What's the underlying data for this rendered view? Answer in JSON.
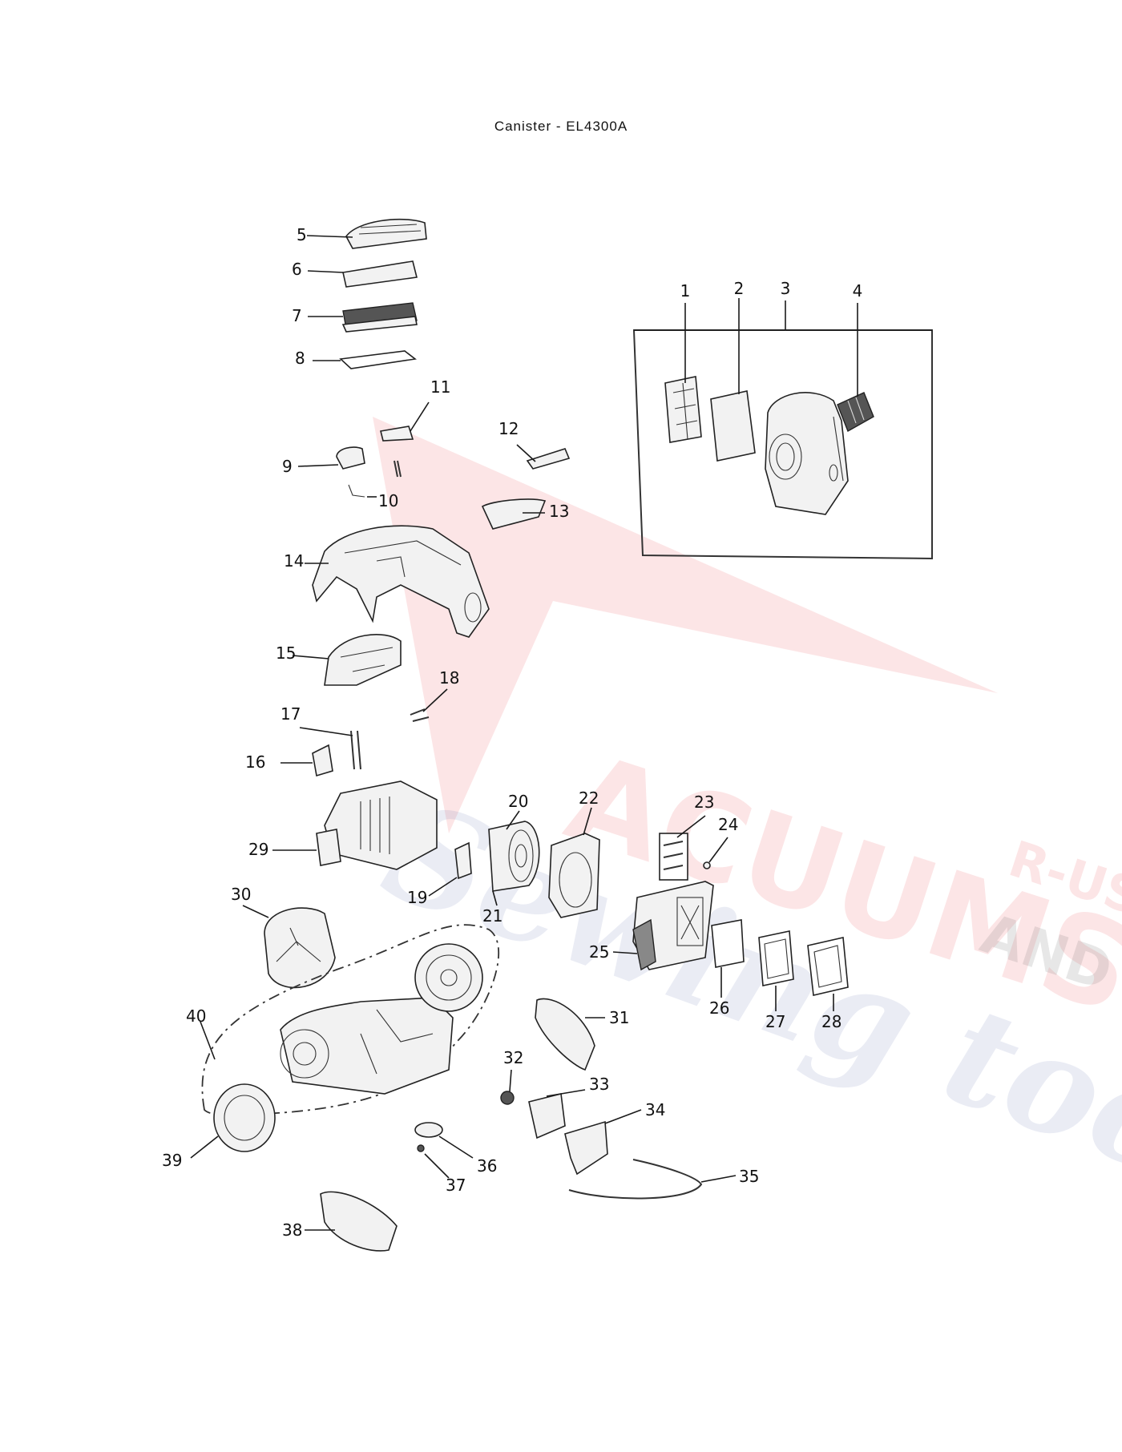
{
  "title": "Canister - EL4300A",
  "callouts": [
    "1",
    "2",
    "3",
    "4",
    "5",
    "6",
    "7",
    "8",
    "9",
    "10",
    "11",
    "12",
    "13",
    "14",
    "15",
    "16",
    "17",
    "18",
    "19",
    "20",
    "21",
    "22",
    "23",
    "24",
    "25",
    "26",
    "27",
    "28",
    "29",
    "30",
    "31",
    "32",
    "33",
    "34",
    "35",
    "36",
    "37",
    "38",
    "39",
    "40"
  ],
  "watermark": {
    "main": "ACUUMS",
    "suffix": "R-US",
    "and": "AND",
    "script": "Sewing too"
  },
  "colors": {
    "watermark_red": "#e8333a",
    "watermark_blue": "#3a4fa0",
    "line": "#222222"
  }
}
